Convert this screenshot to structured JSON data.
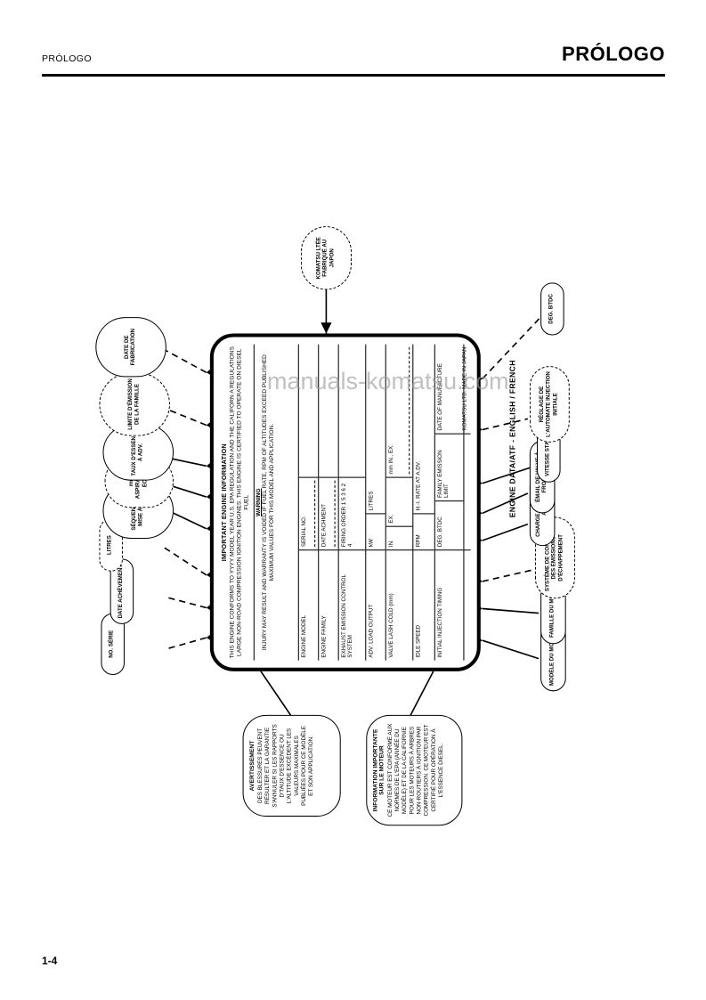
{
  "header": {
    "left_title": "PRÓLOGO",
    "right_title": "PRÓLOGO"
  },
  "footer": {
    "page_number": "1-4"
  },
  "watermark": {
    "text": "manuals-komatsu.com"
  },
  "figure": {
    "caption": "ENGINE DATA/ATF - ENGLISH / FRENCH"
  },
  "plate": {
    "title": "IMPORTANT ENGINE INFORMATION",
    "body": "THIS ENGINE CONFORMS TO YYYY MODEL YEAR U.S. EPA REGULATION AND THE CALIFORN A REGULATIONS LARGE NON-ROAD COMPRESSION IGNITION ENGINES. THIS ENGINE IS CERTIFIED TO OPERATE ON DIESEL FUEL",
    "warning_head": "WARNING",
    "warning_body": "INJURY MAY RESULT AND WARRANTY IS VOIDED IF FUEL RATE, RPM OF ALTITUDES EXCEED PUBLISHED MAXIMUM VALUES FOR THIS MODEL AND APPLICATION.",
    "rows": [
      {
        "label": "ENGINE MODEL",
        "mid_label": "SERIAL NO.",
        "mid_value": "",
        "right_label": "",
        "right_value": ""
      },
      {
        "label": "ENGINE FAMILY",
        "mid_label": "DATE ACHMENT",
        "mid_value": "",
        "right_label": "",
        "right_value": ""
      },
      {
        "label": "EXHAUST EMISSION CONTROL SYSTEM",
        "mid_label": "FIRING ORDER",
        "mid_value": "1 5 3 6 2 4",
        "right_label": "",
        "right_value": ""
      },
      {
        "label": "ADV. LOAD OUTPUT",
        "mid_label": "",
        "mid_value": "kW",
        "right_label": "LITRES",
        "right_value": ""
      },
      {
        "label": "VALVE LASH COLD (mm)",
        "mid_label": "IN.",
        "mid_value": "EX.",
        "right_label": "mm IN., EX.",
        "right_value": ""
      },
      {
        "label": "IDLE SPEED",
        "mid_label": "H.-I. RATE AT A.DV.",
        "mid_value": "RPM",
        "right_label": "",
        "right_value": ""
      },
      {
        "label": "INITIAL INJECTION TIMING",
        "mid_label": "FAMILY EMISSION LIMIT",
        "mid_value": "DEG. BTDC",
        "right_label": "DATE OF MANUFACTURE",
        "right_value": ""
      },
      {
        "label": "",
        "mid_label": "",
        "mid_value": "",
        "right_label": "KOMATSU LTD. MADE IN JAPAN",
        "right_value": ""
      }
    ]
  },
  "callouts": {
    "top": [
      {
        "name": "serial-no",
        "label": "NO. SÉRIE"
      },
      {
        "name": "date-achievement",
        "label": "DATE ACHÈVEMENT"
      },
      {
        "name": "litres",
        "label": "LITRES"
      },
      {
        "name": "firing-order",
        "label": "SÉQUENCE DE MISE À FEU"
      },
      {
        "name": "intake-exhaust",
        "label": "mm ASPIRATION/ÉCH"
      },
      {
        "name": "rate-at-adv",
        "label": "TAUX D'ESSENCE À ADV."
      },
      {
        "name": "family-limit",
        "label": "LIMITE D'ÉMISSION DE LA FAMILLE"
      },
      {
        "name": "manufacture-date",
        "label": "DATE DE FABRICATION"
      }
    ],
    "bottom": [
      {
        "name": "engine-model",
        "label": "MODÈLE DU MOTEUR"
      },
      {
        "name": "engine-family",
        "label": "FAMILLE DU MOTEUR"
      },
      {
        "name": "emission-system",
        "label": "SYSTÈME DE CONTRÔLE DES ÉMISSIONS D'ÉCHAPPEMENT"
      },
      {
        "name": "adv-output",
        "label": "CHARGE DE SORTIE ADV"
      },
      {
        "name": "valve-lash",
        "label": "ÉMAIL DE VALVE À FROID (mm)"
      },
      {
        "name": "idle-speed",
        "label": "VITESSE STATIQUE"
      },
      {
        "name": "injection-timing",
        "label": "RÉGLAGE DE L'AUTOMATE INJECTION INITIALE"
      },
      {
        "name": "deg-btdc",
        "label": "DEG. BTDC"
      }
    ],
    "right": {
      "name": "komatsu-made-in-japan",
      "label": "KOMATSU LTÉE FABRIQUÉ AU JAPON"
    }
  },
  "boxes": {
    "warning": {
      "title": "AVERTISSEMENT",
      "body": "DES BLESSURES PEUVENT RÉSULTER ET LA GARANTIE S'ANNULER SI LES RAPPORTS D'TAUX D'ESSENCE OU L'ALTITUDE EXCÈDENT LES VALEURS MAXIMALES PUBLIÉES POUR CE MODÈLE ET SON APPLICATION."
    },
    "info": {
      "title": "INFORMATION IMPORTANTE SUR LE MOTEUR",
      "body": "CE MOTEUR EST CONFORME AUX NORMES DE L'EPA (ANNÉE DU MODÈLE) ET DE LA CALIFORNIE POUR LES MOTEURS À ARBRES NON-ROUTIERS À IGNITION PAR COMPRESSION. CE MOTEUR EST CERTIFIÉ POUR OPÉRATION À L'ESSENCE DIESEL."
    }
  }
}
